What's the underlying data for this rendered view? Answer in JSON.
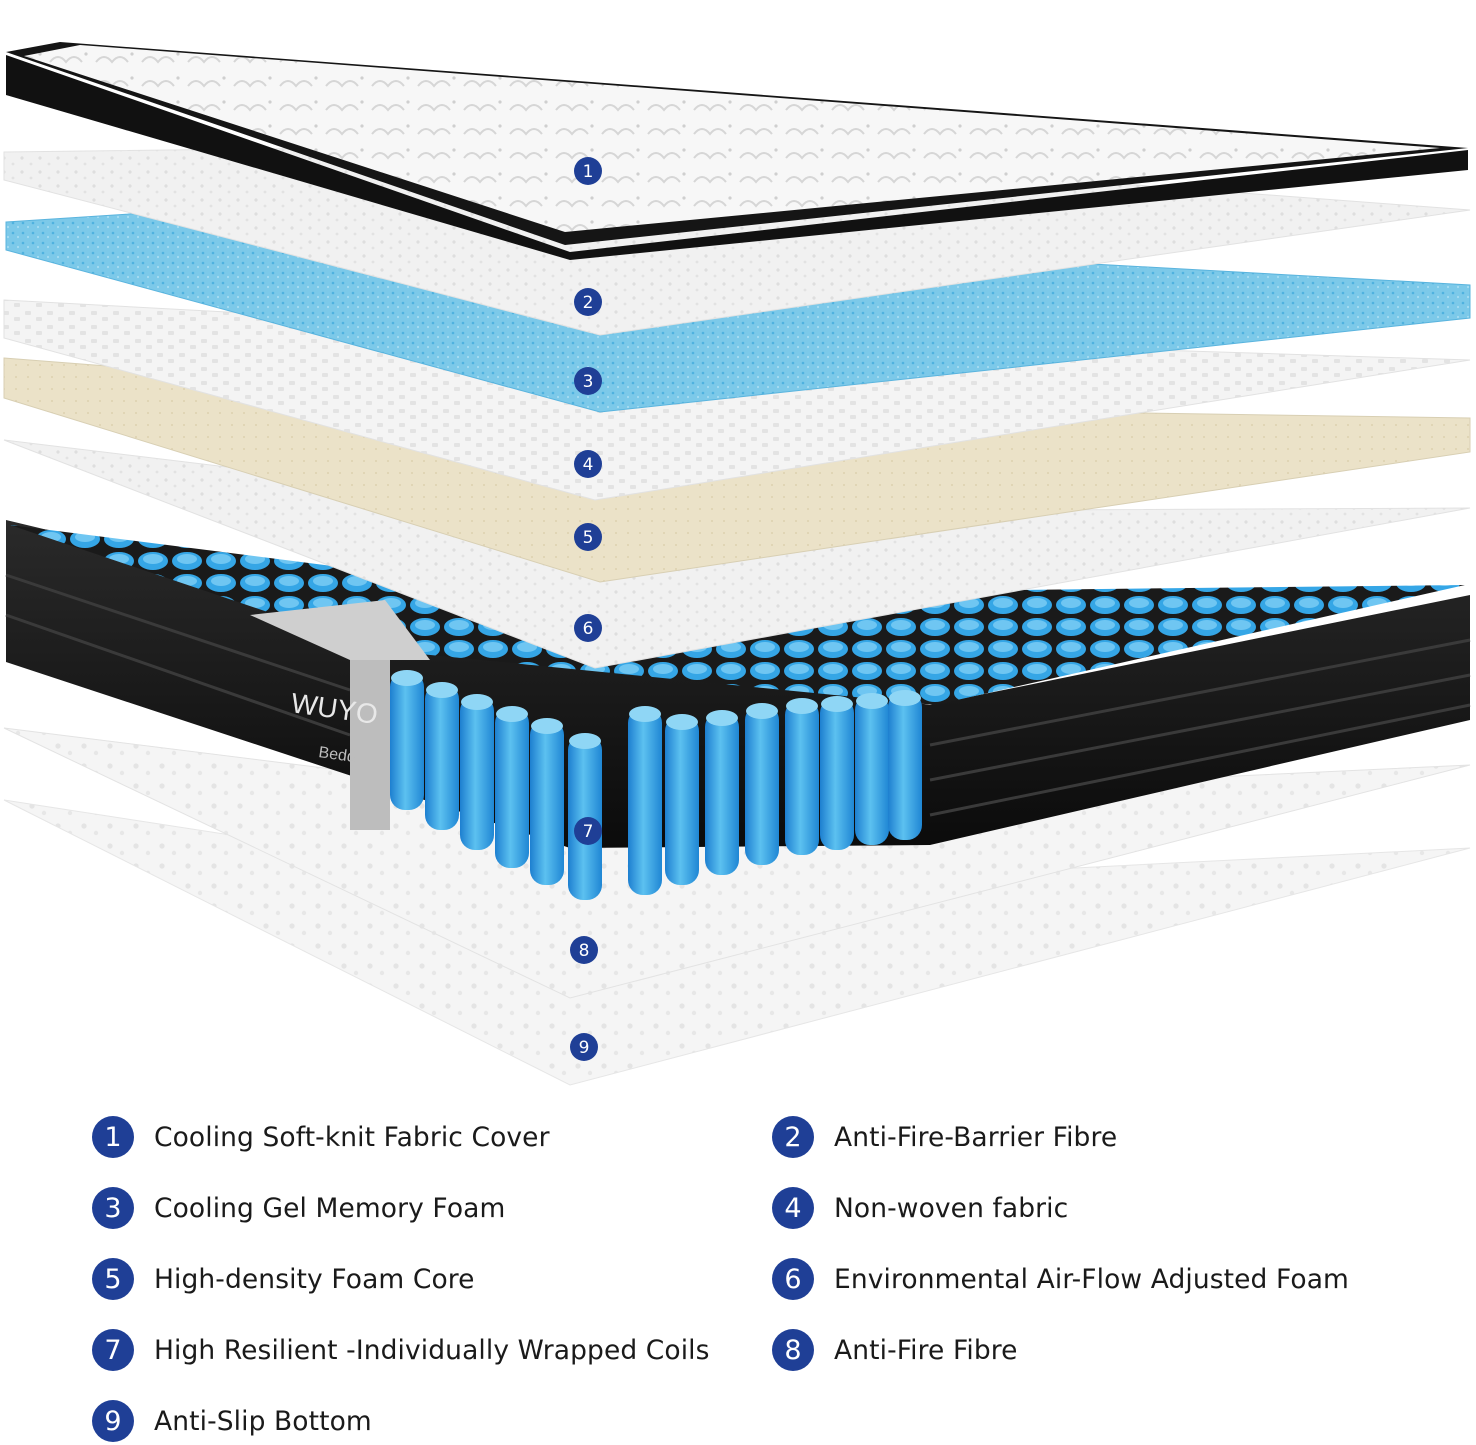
{
  "brand": {
    "name_visible": "WUYO",
    "subname_visible": "Bedd"
  },
  "colors": {
    "badge": "#1f3f96",
    "cover_top": "#f6f6f6",
    "cover_border": "#0f0f0f",
    "gel_blue": "#72c7e8",
    "latex_cream": "#e9dfc4",
    "fabric_white": "#f2f2f2",
    "coil_blue": "#2d9be0",
    "side_black": "#141414"
  },
  "diagram": {
    "markers": [
      {
        "number": "1"
      },
      {
        "number": "2"
      },
      {
        "number": "3"
      },
      {
        "number": "4"
      },
      {
        "number": "5"
      },
      {
        "number": "6"
      },
      {
        "number": "7"
      },
      {
        "number": "8"
      },
      {
        "number": "9"
      }
    ]
  },
  "legend": {
    "items": [
      {
        "number": "1",
        "label": "Cooling Soft-knit Fabric Cover"
      },
      {
        "number": "2",
        "label": "Anti-Fire-Barrier Fibre"
      },
      {
        "number": "3",
        "label": "Cooling Gel Memory Foam"
      },
      {
        "number": "4",
        "label": "Non-woven fabric"
      },
      {
        "number": "5",
        "label": "High-density Foam Core"
      },
      {
        "number": "6",
        "label": "Environmental Air-Flow Adjusted Foam"
      },
      {
        "number": "7",
        "label": "High Resilient -Individually Wrapped Coils"
      },
      {
        "number": "8",
        "label": "Anti-Fire Fibre"
      },
      {
        "number": "9",
        "label": "Anti-Slip Bottom"
      }
    ]
  }
}
